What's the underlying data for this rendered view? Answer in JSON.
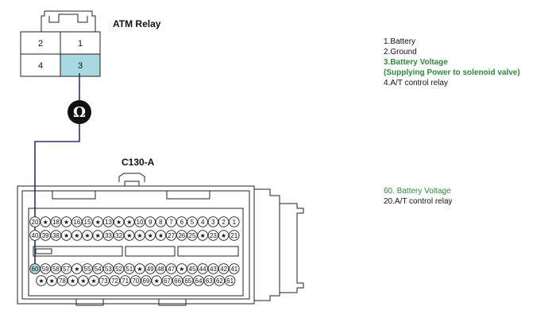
{
  "relay": {
    "title": "ATM Relay",
    "slots": [
      "2",
      "1",
      "4",
      "3"
    ]
  },
  "meter_symbol": "Ω",
  "connector": {
    "title": "C130-A",
    "row1": [
      "20",
      "★",
      "18",
      "★",
      "16",
      "15",
      "★",
      "13",
      "★",
      "★",
      "10",
      "9",
      "8",
      "7",
      "6",
      "5",
      "4",
      "3",
      "2",
      "1"
    ],
    "row2": [
      "40",
      "39",
      "38",
      "★",
      "★",
      "★",
      "★",
      "33",
      "32",
      "★",
      "★",
      "★",
      "★",
      "27",
      "26",
      "25",
      "★",
      "23",
      "★",
      "21"
    ],
    "row3": [
      "60",
      "59",
      "58",
      "57",
      "★",
      "55",
      "54",
      "53",
      "52",
      "51",
      "★",
      "49",
      "48",
      "47",
      "★",
      "45",
      "44",
      "43",
      "42",
      "41"
    ],
    "row4": [
      "★",
      "★",
      "78",
      "★",
      "★",
      "★",
      "73",
      "72",
      "71",
      "70",
      "69",
      "★",
      "67",
      "66",
      "65",
      "64",
      "63",
      "62",
      "61"
    ]
  },
  "relay_legend": {
    "l1": "1.Battery",
    "l2": "2.Ground",
    "l3": "3.Battery Voltage",
    "l4": "(Supplying Power to solenoid valve)",
    "l5": "4.A/T control relay"
  },
  "connector_legend": {
    "l1": "60. Battery Voltage",
    "l2": "20.A/T control relay"
  },
  "colors": {
    "wire": "#2b2f8f",
    "highlight_cell": "#a8d8e0",
    "highlight_text": "#2e8b3a"
  }
}
